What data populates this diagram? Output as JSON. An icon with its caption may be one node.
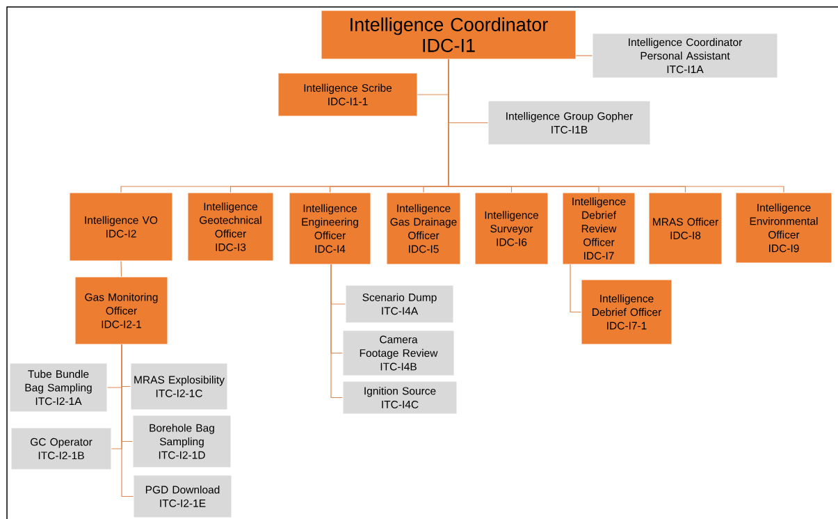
{
  "diagram": {
    "nodes": [
      {
        "text": [
          "Intelligence Coordinator",
          "IDC-I1"
        ]
      },
      {
        "text": [
          "Intelligence Coordinator Personal Assistant",
          "ITC-I1A"
        ]
      },
      {
        "text": [
          "Intelligence Scribe",
          "IDC-I1-1"
        ]
      },
      {
        "text": [
          "Intelligence Group Gopher",
          "ITC-I1B"
        ]
      },
      {
        "text": [
          "Intelligence VO",
          "IDC-I2"
        ]
      },
      {
        "text": [
          "Intelligence Geotechnical Officer",
          "IDC-I3"
        ]
      },
      {
        "text": [
          "Intelligence Engineering Officer",
          "IDC-I4"
        ]
      },
      {
        "text": [
          "Intelligence Gas Drainage Officer",
          "IDC-I5"
        ]
      },
      {
        "text": [
          "Intelligence Surveyor",
          "IDC-I6"
        ]
      },
      {
        "text": [
          "Intelligence Debrief Review Officer",
          "IDC-I7"
        ]
      },
      {
        "text": [
          "MRAS Officer",
          "IDC-I8"
        ]
      },
      {
        "text": [
          "Intelligence Environmental Officer",
          "IDC-I9"
        ]
      },
      {
        "text": [
          "Gas Monitoring Officer",
          "IDC-I2-1"
        ]
      },
      {
        "text": [
          "Tube Bundle Bag Sampling",
          "ITC-I2-1A"
        ]
      },
      {
        "text": [
          "MRAS Explosibility",
          "ITC-I2-1C"
        ]
      },
      {
        "text": [
          "GC Operator",
          "ITC-I2-1B"
        ]
      },
      {
        "text": [
          "Borehole Bag Sampling",
          "ITC-I2-1D"
        ]
      },
      {
        "text": [
          "PGD Download",
          "ITC-I2-1E"
        ]
      },
      {
        "text": [
          "Scenario Dump",
          "ITC-I4A"
        ]
      },
      {
        "text": [
          "Camera Footage Review",
          "ITC-I4B"
        ]
      },
      {
        "text": [
          "Ignition Source",
          "ITC-I4C"
        ]
      },
      {
        "text": [
          "Intelligence Debrief Officer",
          "IDC-I7-1"
        ]
      }
    ],
    "edges": [
      {
        "from": 0,
        "to": 1,
        "arrow": "none"
      },
      {
        "from": 0,
        "to": 2,
        "arrow": "none"
      },
      {
        "from": 0,
        "to": 3,
        "arrow": "none"
      },
      {
        "from": 0,
        "to": 4,
        "arrow": "none"
      },
      {
        "from": 0,
        "to": 5,
        "arrow": "none"
      },
      {
        "from": 0,
        "to": 6,
        "arrow": "none"
      },
      {
        "from": 0,
        "to": 7,
        "arrow": "none"
      },
      {
        "from": 0,
        "to": 8,
        "arrow": "none"
      },
      {
        "from": 0,
        "to": 9,
        "arrow": "none"
      },
      {
        "from": 0,
        "to": 10,
        "arrow": "none"
      },
      {
        "from": 0,
        "to": 11,
        "arrow": "none"
      },
      {
        "from": 4,
        "to": 12,
        "arrow": "none"
      },
      {
        "from": 12,
        "to": 13,
        "arrow": "none"
      },
      {
        "from": 12,
        "to": 14,
        "arrow": "none"
      },
      {
        "from": 12,
        "to": 15,
        "arrow": "none"
      },
      {
        "from": 12,
        "to": 16,
        "arrow": "none"
      },
      {
        "from": 12,
        "to": 17,
        "arrow": "none"
      },
      {
        "from": 6,
        "to": 18,
        "arrow": "none"
      },
      {
        "from": 6,
        "to": 19,
        "arrow": "none"
      },
      {
        "from": 6,
        "to": 20,
        "arrow": "none"
      },
      {
        "from": 9,
        "to": 21,
        "arrow": "none"
      }
    ]
  }
}
